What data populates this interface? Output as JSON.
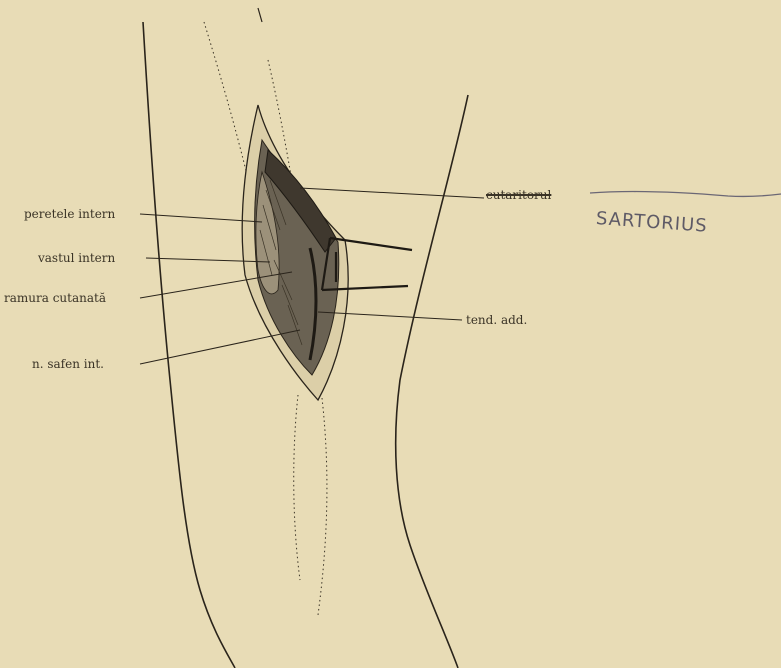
{
  "labels": {
    "peretele_intern": "peretele intern",
    "vastul_intern": "vastul intern",
    "ramura_cutanata": "ramura cutanată",
    "n_safen_int": "n. safen int.",
    "cutaritorul": "cutaritorul",
    "tend_add": "tend. add."
  },
  "annotations": {
    "handwritten_word": "SARTORIUS"
  },
  "colors": {
    "paper": "#e8dcb6",
    "ink": "#2a241b",
    "pencil": "#6b6775"
  }
}
